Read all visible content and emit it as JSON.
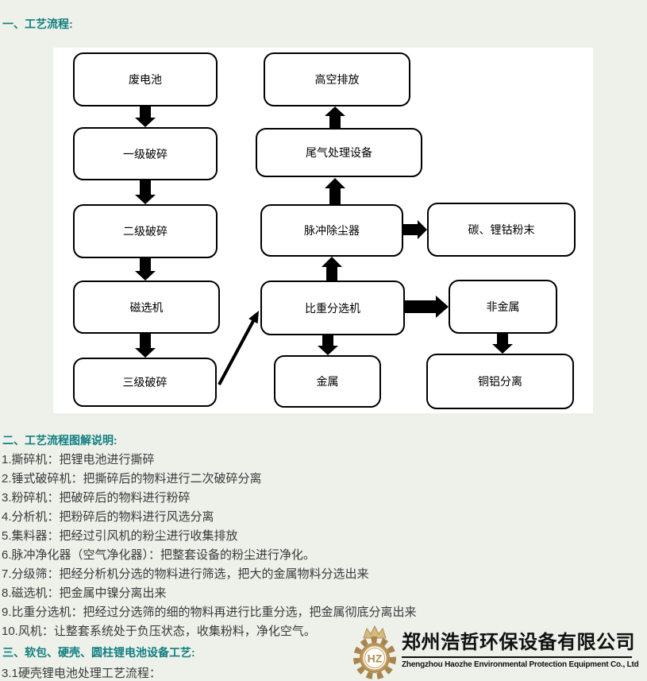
{
  "page": {
    "bg_color": "#edf1ea",
    "accent_color": "#117e80"
  },
  "sections": {
    "s1_title": "一、工艺流程:",
    "s2_title": "二、工艺流程图解说明:",
    "s3_title": "三、软包、硬壳、圆柱锂电池设备工艺:",
    "s3_sub": "3.1硬壳锂电池处理工艺流程："
  },
  "flowchart": {
    "nodes": [
      {
        "id": "waste-battery",
        "label": "废电池"
      },
      {
        "id": "primary-crusher",
        "label": "一级破碎"
      },
      {
        "id": "secondary-crusher",
        "label": "二级破碎"
      },
      {
        "id": "magnetic-separator",
        "label": "磁选机"
      },
      {
        "id": "tertiary-crusher",
        "label": "三级破碎"
      },
      {
        "id": "high-discharge",
        "label": "高空排放"
      },
      {
        "id": "exhaust-treatment",
        "label": "尾气处理设备"
      },
      {
        "id": "pulse-dust-collector",
        "label": "脉冲除尘器"
      },
      {
        "id": "carbon-licoh-powder",
        "label": "碳、锂钴粉末"
      },
      {
        "id": "gravity-separator",
        "label": "比重分选机"
      },
      {
        "id": "metal",
        "label": "金属"
      },
      {
        "id": "non-metal",
        "label": "非金属"
      },
      {
        "id": "cu-al-separation",
        "label": "铜铝分离"
      }
    ],
    "edges": [
      {
        "from": "废电池",
        "to": "一级破碎"
      },
      {
        "from": "一级破碎",
        "to": "二级破碎"
      },
      {
        "from": "二级破碎",
        "to": "磁选机"
      },
      {
        "from": "磁选机",
        "to": "三级破碎"
      },
      {
        "from": "三级破碎",
        "to": "比重分选机"
      },
      {
        "from": "比重分选机",
        "to": "脉冲除尘器"
      },
      {
        "from": "脉冲除尘器",
        "to": "尾气处理设备"
      },
      {
        "from": "尾气处理设备",
        "to": "高空排放"
      },
      {
        "from": "脉冲除尘器",
        "to": "碳、锂钴粉末"
      },
      {
        "from": "比重分选机",
        "to": "非金属"
      },
      {
        "from": "比重分选机",
        "to": "金属"
      },
      {
        "from": "非金属",
        "to": "铜铝分离"
      }
    ]
  },
  "notes": [
    "1.撕碎机：把锂电池进行撕碎",
    "2.锤式破碎机：把撕碎后的物料进行二次破碎分离",
    "3.粉碎机：把破碎后的物料进行粉碎",
    "4.分析机：把粉碎后的物料进行风选分离",
    "5.集料器：把经过引风机的粉尘进行收集排放",
    "6.脉冲净化器（空气净化器）：把整套设备的粉尘进行净化。",
    "7.分级筛：把经分析机分选的物料进行筛选，把大的金属物料分选出来",
    "8.磁选机：把金属中镍分离出来",
    "9.比重分选机：把经过分选筛的细的物料再进行比重分选，把金属彻底分离出来",
    "10.风机：让整套系统处于负压状态，收集粉料，净化空气。"
  ],
  "logo": {
    "monogram": "HZ",
    "company_cn": "郑州浩哲环保设备有限公司",
    "company_en": "Zhengzhou Haozhe Environmental Protection Equipment Co., Ltd",
    "gold": "#b18d55",
    "gold_light": "#d6b97e"
  }
}
